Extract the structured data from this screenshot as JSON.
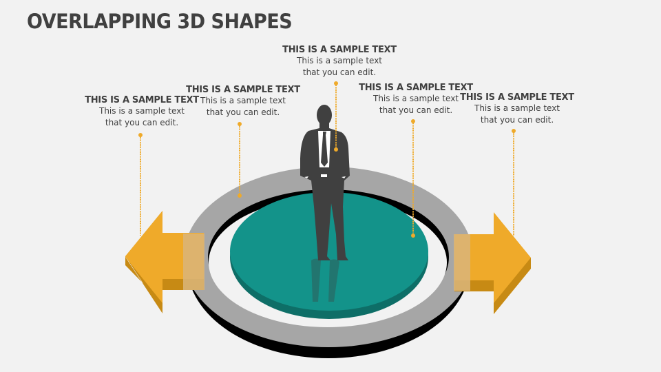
{
  "title": "OVERLAPPING 3D SHAPES",
  "colors": {
    "background": "#f2f2f2",
    "title": "#404040",
    "arrow": "#efaa2a",
    "arrow_shadow": "#c78a14",
    "ring": "#a6a6a6",
    "ring_shadow": "#000000",
    "disc_top": "#13938a",
    "disc_side": "#0e6e67",
    "person": "#404040",
    "connector": "#efaa2a"
  },
  "labels": [
    {
      "heading": "THIS IS A SAMPLE TEXT",
      "line1": "This is a sample text",
      "line2": "that you can edit."
    },
    {
      "heading": "THIS IS A SAMPLE TEXT",
      "line1": "This is a sample text",
      "line2": "that you can edit."
    },
    {
      "heading": "THIS IS A SAMPLE TEXT",
      "line1": "This is a sample text",
      "line2": "that you can edit."
    },
    {
      "heading": "THIS IS A SAMPLE TEXT",
      "line1": "This is a sample text",
      "line2": "that you can edit."
    },
    {
      "heading": "THIS IS A SAMPLE TEXT",
      "line1": "This is a sample text",
      "line2": "that you can edit."
    }
  ],
  "shapes": {
    "left_arrow": "left-arrow",
    "right_arrow": "right-arrow",
    "ring": "gray-ring",
    "platform": "teal-disc",
    "figure": "businessman-silhouette"
  }
}
